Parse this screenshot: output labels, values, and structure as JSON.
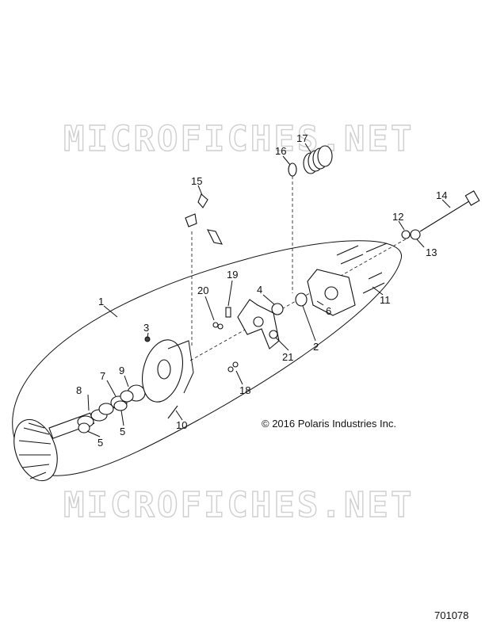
{
  "watermarks": [
    "MICROFICHES.NET",
    "MICROFICHES.NET"
  ],
  "copyright": "© 2016 Polaris Industries Inc.",
  "document_number": "701078",
  "callouts": [
    {
      "id": "c1",
      "label": "1"
    },
    {
      "id": "c2",
      "label": "2"
    },
    {
      "id": "c3",
      "label": "3"
    },
    {
      "id": "c4",
      "label": "4"
    },
    {
      "id": "c5a",
      "label": "5"
    },
    {
      "id": "c5b",
      "label": "5"
    },
    {
      "id": "c6",
      "label": "6"
    },
    {
      "id": "c7",
      "label": "7"
    },
    {
      "id": "c8",
      "label": "8"
    },
    {
      "id": "c9",
      "label": "9"
    },
    {
      "id": "c10",
      "label": "10"
    },
    {
      "id": "c11",
      "label": "11"
    },
    {
      "id": "c12",
      "label": "12"
    },
    {
      "id": "c13",
      "label": "13"
    },
    {
      "id": "c14",
      "label": "14"
    },
    {
      "id": "c15",
      "label": "15"
    },
    {
      "id": "c16",
      "label": "16"
    },
    {
      "id": "c17",
      "label": "17"
    },
    {
      "id": "c18",
      "label": "18"
    },
    {
      "id": "c19",
      "label": "19"
    },
    {
      "id": "c20",
      "label": "20"
    },
    {
      "id": "c21",
      "label": "21"
    }
  ]
}
